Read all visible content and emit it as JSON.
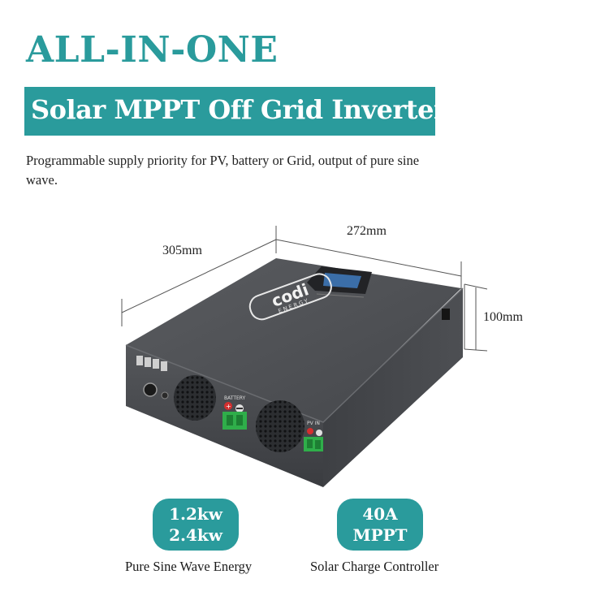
{
  "header": {
    "headline": "ALL-IN-ONE",
    "banner": "Solar MPPT Off Grid Inverter",
    "description": "Programmable supply priority for PV, battery or Grid, output of pure sine wave."
  },
  "dimensions": {
    "width": "305mm",
    "depth": "272mm",
    "height": "100mm"
  },
  "product": {
    "brand_logo": "codi",
    "brand_sub": "ENERGY",
    "battery_label": "BATTERY",
    "pv_label": "PV IN"
  },
  "features": [
    {
      "line1": "1.2kw",
      "line2": "2.4kw",
      "caption": "Pure Sine Wave Energy"
    },
    {
      "line1": "40A",
      "line2": "MPPT",
      "caption": "Solar Charge Controller"
    }
  ],
  "colors": {
    "accent": "#2a9b9c",
    "device_body": "#4a4c50",
    "terminal_green": "#2fae4a"
  }
}
